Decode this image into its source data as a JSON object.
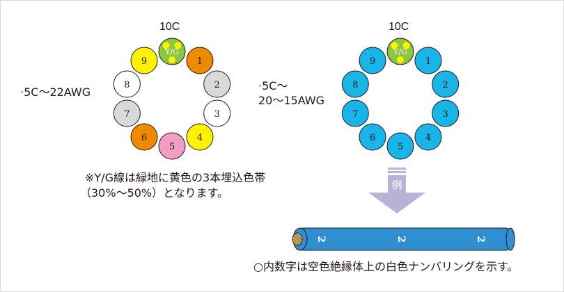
{
  "diagrams": {
    "left": {
      "title": "10C",
      "spec": "·5C〜22AWG",
      "ground_label": "Y/G",
      "wires": [
        {
          "label": "1",
          "color": "#ee8a00"
        },
        {
          "label": "2",
          "color": "#d9d9d9"
        },
        {
          "label": "3",
          "color": "#ffffff"
        },
        {
          "label": "4",
          "color": "#fff200"
        },
        {
          "label": "5",
          "color": "#f19ec2"
        },
        {
          "label": "6",
          "color": "#ee8a00"
        },
        {
          "label": "7",
          "color": "#d9d9d9"
        },
        {
          "label": "8",
          "color": "#ffffff"
        },
        {
          "label": "9",
          "color": "#fff200"
        }
      ]
    },
    "right": {
      "title": "10C",
      "spec_line1": "·5C〜",
      "spec_line2": "20〜15AWG",
      "ground_label": "Y/G",
      "wire_color": "#19b4e8",
      "wires": [
        "1",
        "2",
        "3",
        "4",
        "5",
        "6",
        "7",
        "8",
        "9"
      ]
    }
  },
  "note": {
    "line1": "※Y/G線は緑地に黄色の3本埋込色帯",
    "line2": "（30%〜50%）となります。"
  },
  "example": {
    "label": "例",
    "cable_numbers": [
      "2",
      "2",
      "2"
    ],
    "cable_color": "#2f8fd0"
  },
  "footnote": "○内数字は空色絶縁体上の白色ナンバリングを示す。",
  "colors": {
    "ground_green": "#8cc63f",
    "ground_yellow": "#fff200",
    "arrow": "#b8b2d8",
    "outline": "#231815"
  }
}
